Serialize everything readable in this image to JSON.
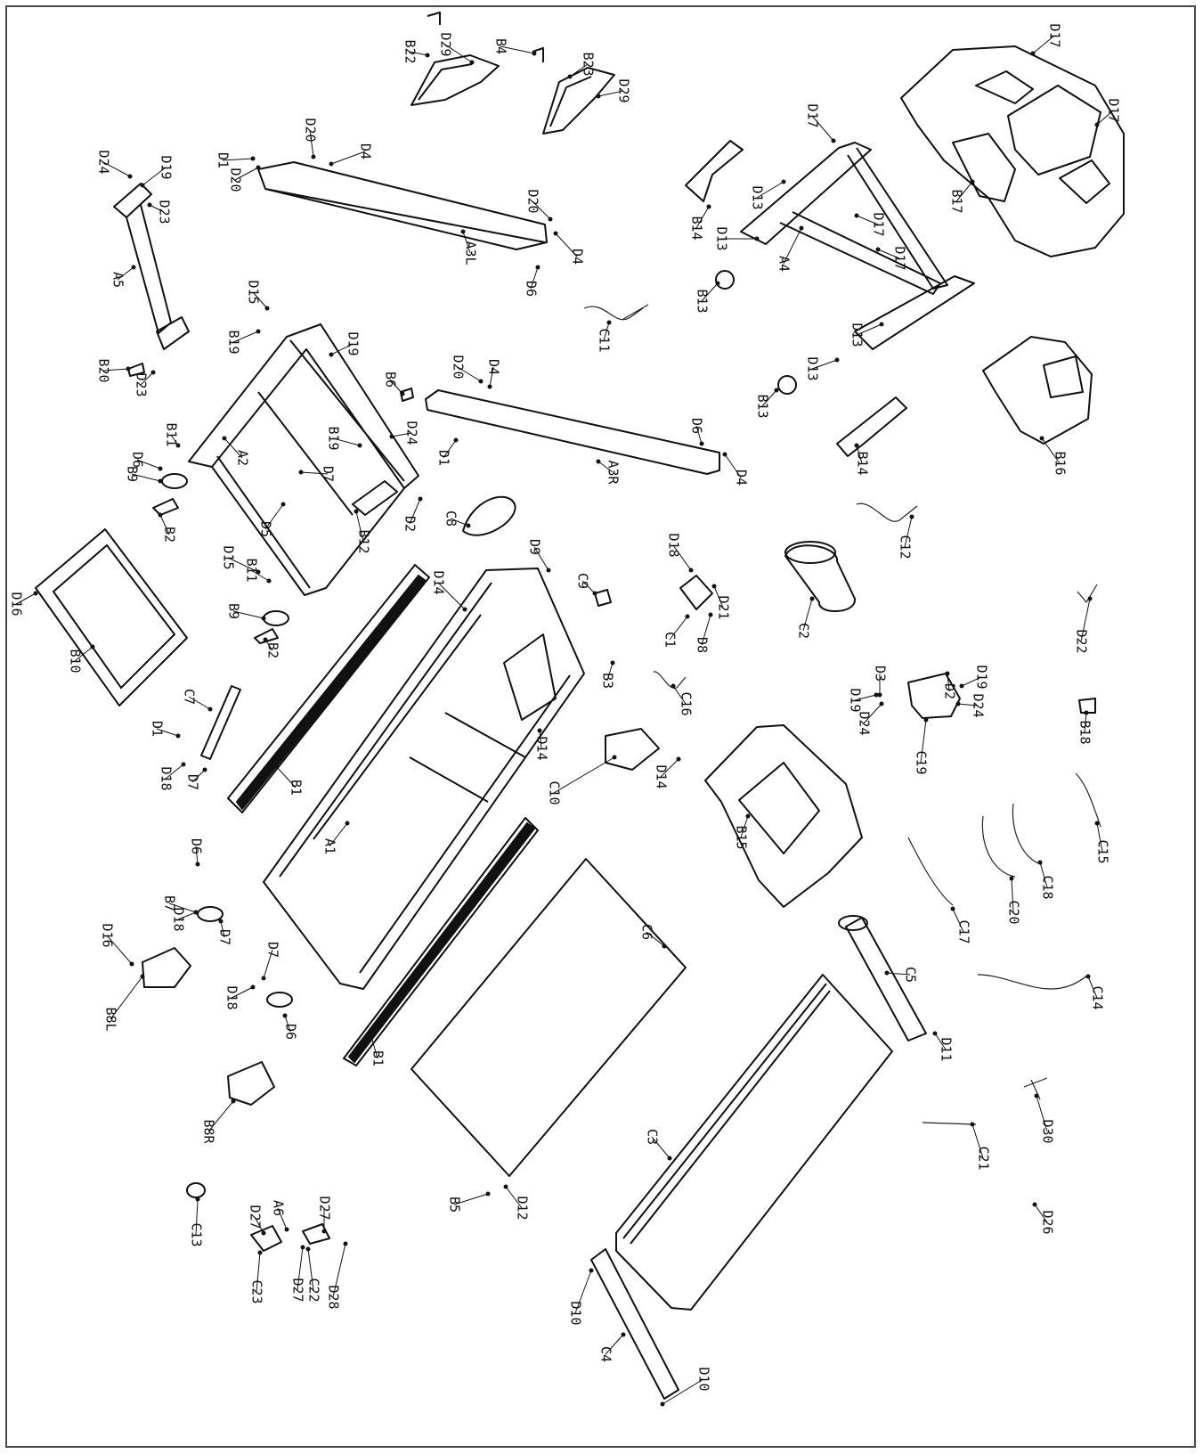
{
  "diagram": {
    "labels": {
      "B4": "B4",
      "B22": "B22",
      "B23": "B23",
      "D29a": "D29",
      "D29b": "D29",
      "D17a": "D17",
      "D17b": "D17",
      "D17c": "D17",
      "D17d": "D17",
      "D17e": "D17",
      "B17": "B17",
      "D20a": "D20",
      "D20b": "D20",
      "D20c": "D20",
      "D20d": "D20",
      "D1a": "D1",
      "D1b": "D1",
      "D1c": "D1",
      "D4a": "D4",
      "D4b": "D4",
      "D4c": "D4",
      "D4d": "D4",
      "D24a": "D24",
      "D24b": "D24",
      "D24c": "D24",
      "D24d": "D24",
      "D19a": "D19",
      "D19b": "D19",
      "D19c": "D19",
      "D19d": "D19",
      "D23a": "D23",
      "D23b": "D23",
      "A5": "A5",
      "B20": "B20",
      "A3L": "A3L",
      "A3R": "A3R",
      "D6a": "D6",
      "D6b": "D6",
      "D6c": "D6",
      "D6d": "D6",
      "D6e": "D6",
      "B14a": "B14",
      "B14b": "B14",
      "D13a": "D13",
      "D13b": "D13",
      "D13c": "D13",
      "D13d": "D13",
      "A4": "A4",
      "B13a": "B13",
      "B13b": "B13",
      "C11": "C11",
      "D15a": "D15",
      "D15b": "D15",
      "B19a": "B19",
      "B19b": "B19",
      "B6": "B6",
      "B11a": "B11",
      "B11b": "B11",
      "A2": "A2",
      "D5": "D5",
      "D7a": "D7",
      "D7b": "D7",
      "D7c": "D7",
      "D7d": "D7",
      "B9a": "B9",
      "B9b": "B9",
      "B2a": "B2",
      "B2b": "B2",
      "B12": "B12",
      "D2a": "D2",
      "D2b": "D2",
      "B16": "B16",
      "C8": "C8",
      "D9": "D9",
      "D14a": "D14",
      "D14b": "D14",
      "D14c": "D14",
      "C9": "C9",
      "D18a": "D18",
      "D18b": "D18",
      "D18c": "D18",
      "D18d": "D18",
      "D21": "D21",
      "C1": "C1",
      "D8": "D8",
      "C12": "C12",
      "C2": "C2",
      "D22": "D22",
      "D16a": "D16",
      "D16b": "D16",
      "B10": "B10",
      "C7": "C7",
      "B3": "B3",
      "C16": "C16",
      "D3": "D3",
      "C19": "C19",
      "B18": "B18",
      "B1a": "B1",
      "B1b": "B1",
      "A1": "A1",
      "C10": "C10",
      "B15": "B15",
      "C15": "C15",
      "C18": "C18",
      "C20": "C20",
      "C17": "C17",
      "B7": "B7",
      "B8L": "B8L",
      "C6": "C6",
      "C5": "C5",
      "C14": "C14",
      "D11": "D11",
      "B8R": "B8R",
      "D30": "D30",
      "C21": "C21",
      "C3": "C3",
      "B5": "B5",
      "D12": "D12",
      "D26": "D26",
      "C13": "C13",
      "D27a": "D27",
      "D27b": "D27",
      "D27c": "D27",
      "A6": "A6",
      "C22": "C22",
      "C23": "C23",
      "D28": "D28",
      "D10a": "D10",
      "D10b": "D10",
      "C4": "C4"
    }
  }
}
